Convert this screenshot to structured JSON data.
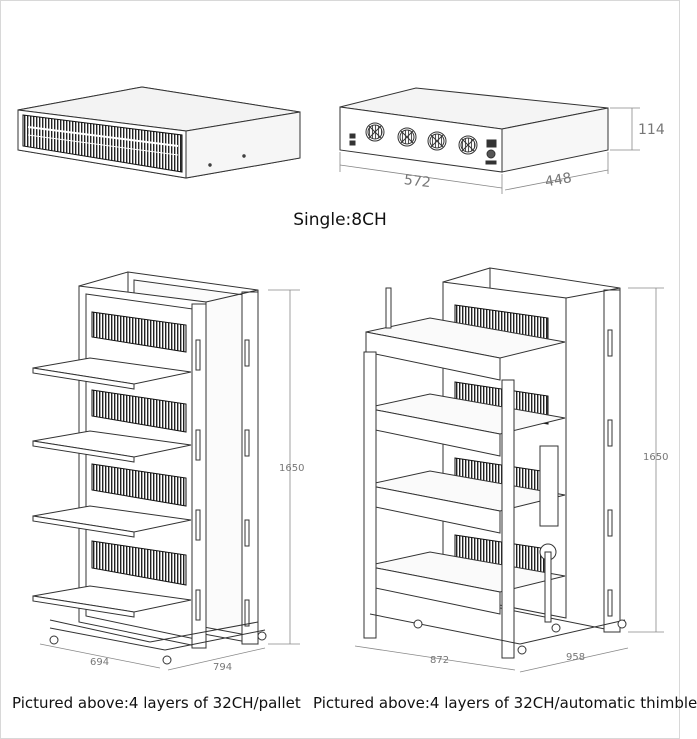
{
  "single": {
    "caption": "Single:8CH",
    "dims": {
      "width": "572",
      "depth": "448",
      "height": "114"
    }
  },
  "rack_left": {
    "caption": "Pictured above:4 layers of 32CH/pallet",
    "dims": {
      "height": "1650",
      "width": "694",
      "depth": "794"
    }
  },
  "rack_right": {
    "caption": "Pictured above:4 layers of 32CH/automatic thimble",
    "dims": {
      "height": "1650",
      "width": "872",
      "depth": "958"
    }
  }
}
